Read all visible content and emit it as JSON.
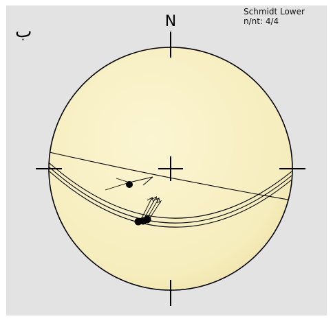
{
  "diagram": {
    "panel_label": "ب",
    "north_label": "N",
    "projection": "Schmidt Lower",
    "count": "n/nt: 4/4",
    "net_fill": "#f8f0c0",
    "panel_background": "#e3e3e3",
    "line_color": "#000000",
    "planes": 4,
    "poles_shown": 4
  }
}
